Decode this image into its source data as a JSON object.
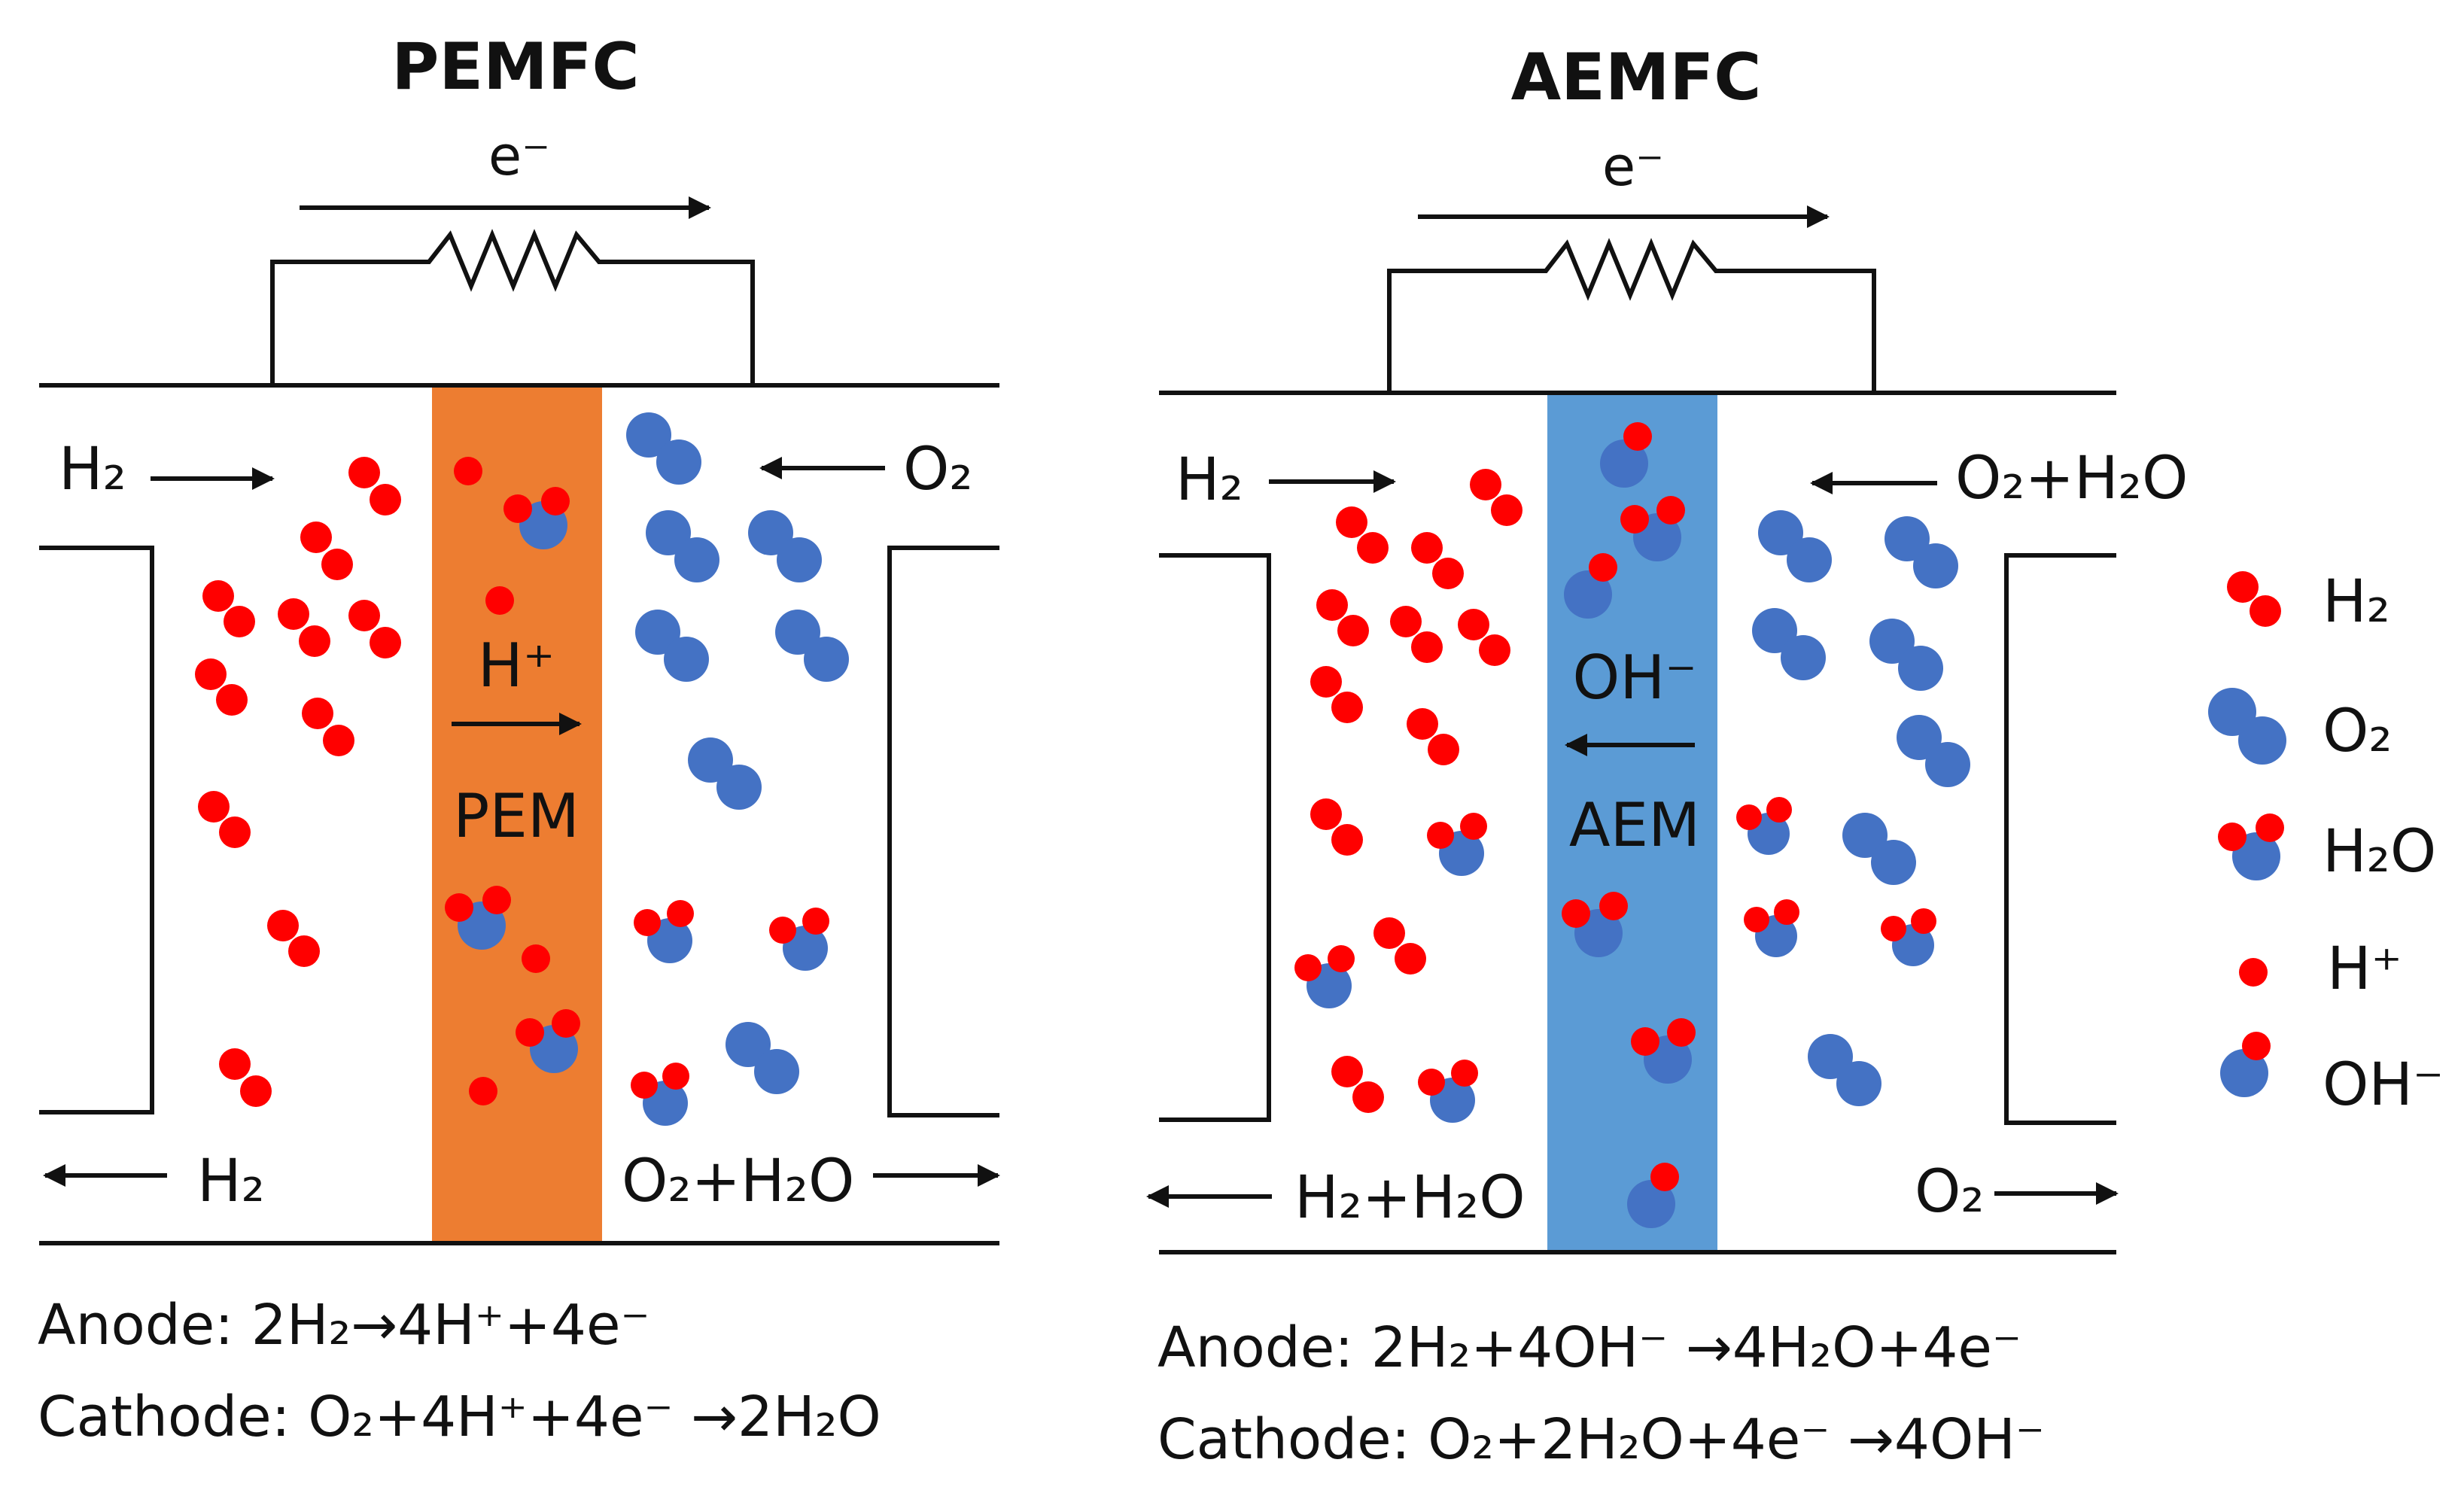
{
  "colors": {
    "hydrogen": "#ff0000",
    "oxygen": "#4472c4",
    "pem": "#ed7d31",
    "aem": "#5b9bd5",
    "line": "#111111"
  },
  "pemfc": {
    "title": "PEMFC",
    "electron_label": "e⁻",
    "membrane_label": "PEM",
    "ion_label": "H⁺",
    "inlet_left": "H₂",
    "inlet_right": "O₂",
    "outlet_left": "H₂",
    "outlet_right": "O₂+H₂O",
    "anode_eq": "Anode: 2H₂→4H⁺+4e⁻",
    "cathode_eq": "Cathode: O₂+4H⁺+4e⁻ →2H₂O"
  },
  "aemfc": {
    "title": "AEMFC",
    "electron_label": "e⁻",
    "membrane_label": "AEM",
    "ion_label": "OH⁻",
    "inlet_left": "H₂",
    "inlet_right": "O₂+H₂O",
    "outlet_left": "H₂+H₂O",
    "outlet_right": "O₂",
    "anode_eq": "Anode: 2H₂+4OH⁻ →4H₂O+4e⁻",
    "cathode_eq": "Cathode: O₂+2H₂O+4e⁻ →4OH⁻"
  },
  "legend": [
    {
      "label": "H₂",
      "icon": "hydrogen-molecule-icon"
    },
    {
      "label": "O₂",
      "icon": "oxygen-molecule-icon"
    },
    {
      "label": "H₂O",
      "icon": "water-molecule-icon"
    },
    {
      "label": "H⁺",
      "icon": "proton-icon"
    },
    {
      "label": "OH⁻",
      "icon": "hydroxide-icon"
    }
  ]
}
